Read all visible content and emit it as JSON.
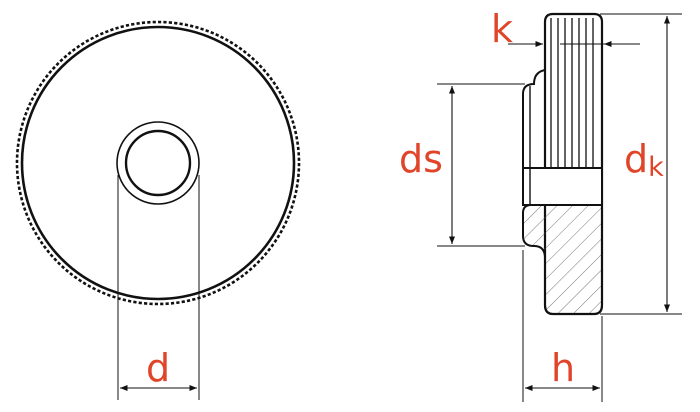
{
  "labels": {
    "d": "d",
    "k": "k",
    "ds": "ds",
    "dk_main": "d",
    "dk_sub": "k",
    "h": "h"
  },
  "colors": {
    "label": "#e0452a",
    "line": "#111111",
    "background": "#ffffff"
  },
  "knurl": {
    "teeth": 72
  }
}
